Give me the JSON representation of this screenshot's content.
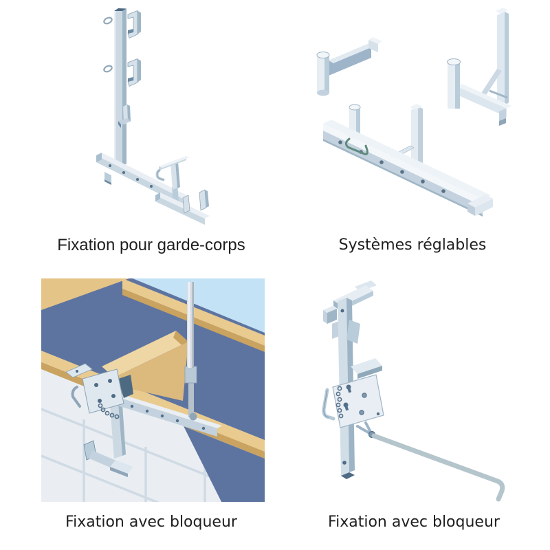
{
  "page": {
    "background": "#ffffff",
    "type": "product-illustration-grid"
  },
  "figures": [
    {
      "id": "guardrail-post",
      "caption": "Fixation pour garde-corps"
    },
    {
      "id": "adjustable-systems",
      "caption": "Systèmes réglables"
    },
    {
      "id": "blocker-fixation-scene",
      "caption": "Fixation avec bloqueur"
    },
    {
      "id": "blocker-fixation-part",
      "caption": "Fixation avec bloqueur"
    }
  ],
  "palette": {
    "steel_lightest": "#eef3f7",
    "steel_light": "#d6e1ea",
    "steel_mid": "#c3d2de",
    "steel_shadow": "#9fb6c6",
    "steel_dark": "#6d8aa2",
    "steel_darkest": "#4e6a84",
    "hole_color": "#54708a",
    "rod_grey": "#b4c5cc",
    "wire_green": "#5f8a7e",
    "sky_blue": "#c4e2f5",
    "roof_blue": "#5e74a0",
    "wood_light": "#eed7a4",
    "wood_mid": "#e5c488",
    "wood_dark": "#c9a35f",
    "wall_grey": "#eaeef2",
    "wall_seam": "#cfdae4",
    "text_color": "#1f1f1f"
  }
}
